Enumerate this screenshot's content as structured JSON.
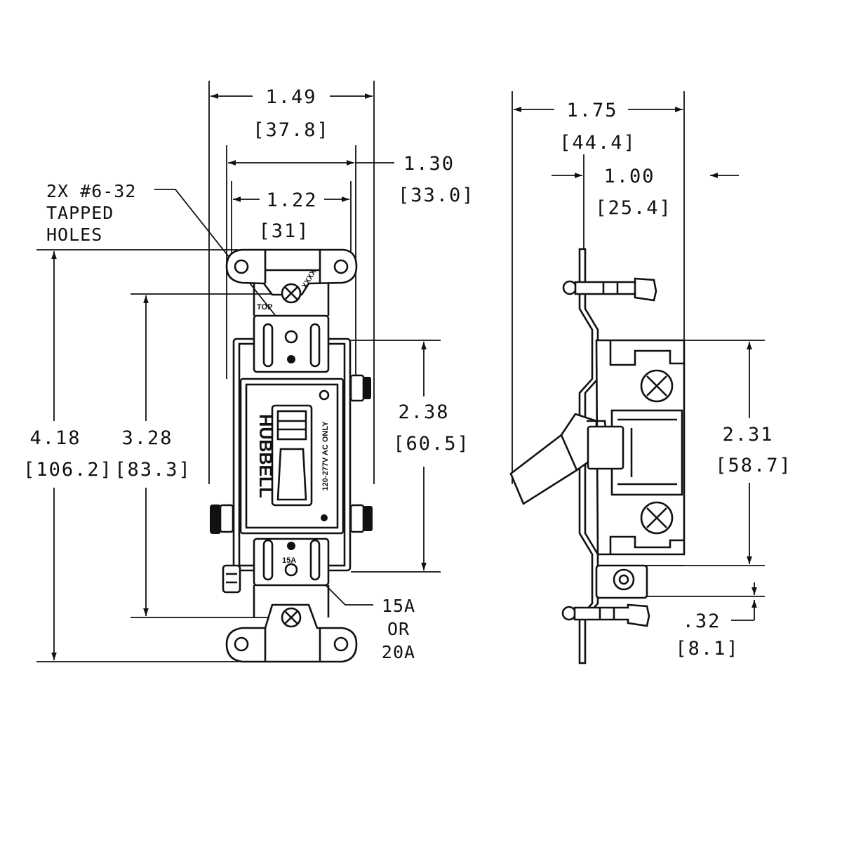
{
  "front_view": {
    "overall_width": {
      "in": "1.49",
      "mm": "[37.8]"
    },
    "body_width": {
      "in": "1.30",
      "mm": "[33.0]"
    },
    "hole_spacing": {
      "in": "1.22",
      "mm": "[31]"
    },
    "overall_height": {
      "in": "4.18",
      "mm": "[106.2]"
    },
    "mounting_height": {
      "in": "3.28",
      "mm": "[83.3]"
    },
    "body_height": {
      "in": "2.38",
      "mm": "[60.5]"
    },
    "holes_note": [
      "2X #6-32",
      "TAPPED",
      "HOLES"
    ],
    "rating_note": [
      "15A",
      "OR",
      "20A"
    ],
    "brand": "HUBBELL",
    "voltage_label": "120-277V AC ONLY",
    "top_label": "TOP",
    "rating_label": "15A",
    "code_label": "XXXX"
  },
  "side_view": {
    "overall_depth": {
      "in": "1.75",
      "mm": "[44.4]"
    },
    "body_depth": {
      "in": "1.00",
      "mm": "[25.4]"
    },
    "body_height": {
      "in": "2.31",
      "mm": "[58.7]"
    },
    "strap_offset": {
      "in": ".32",
      "mm": "[8.1]"
    }
  }
}
